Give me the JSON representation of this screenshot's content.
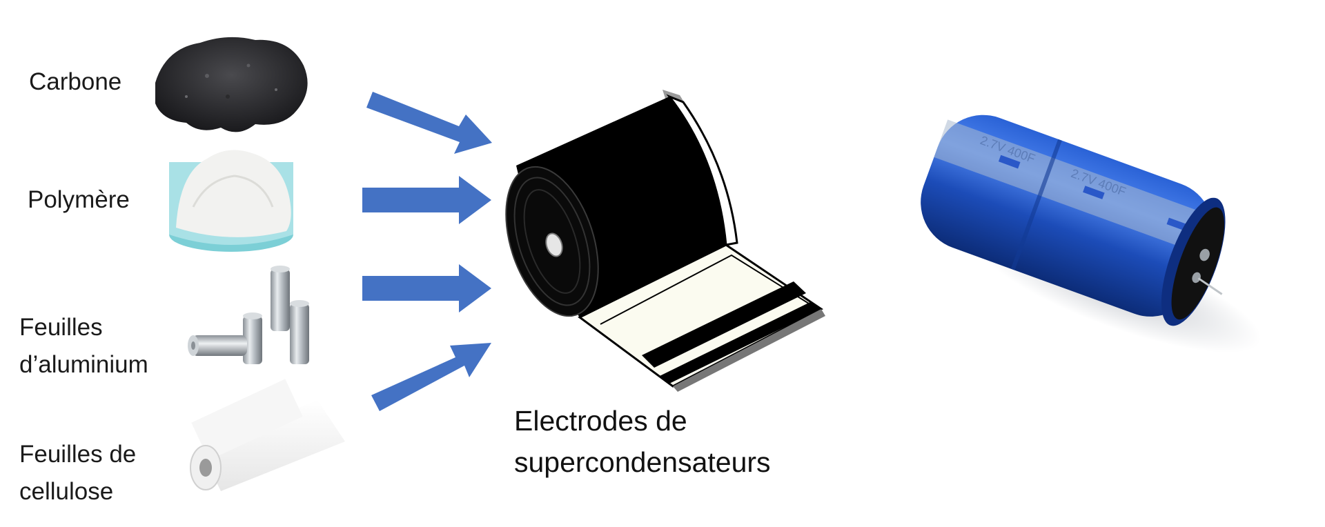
{
  "inputs": [
    {
      "label": "Carbone",
      "icon": "carbon-powder-icon"
    },
    {
      "label": "Polymère",
      "icon": "polymer-powder-icon"
    },
    {
      "label": "Feuilles\nd’aluminium",
      "icon": "aluminium-foil-rolls-icon"
    },
    {
      "label": "Feuilles de\ncellulose",
      "icon": "cellulose-roll-icon"
    }
  ],
  "output": {
    "caption": "Electrodes de\nsupercondensateurs",
    "icon": "electrode-roll-icon"
  },
  "product": {
    "icon": "supercapacitor-icon",
    "printed_text": "2.7V 400F"
  },
  "colors": {
    "arrow": "#4472c4",
    "capacitor_blue": "#1e4fb8",
    "electrode_black": "#000000"
  }
}
